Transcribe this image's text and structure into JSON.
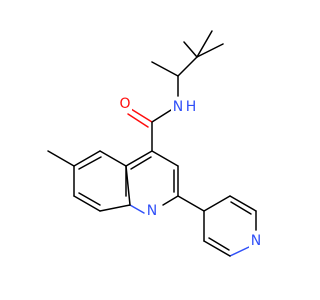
{
  "molecule": {
    "atoms": {
      "oxygen": "O",
      "amide_nitrogen": "N",
      "amide_hydrogen": "H",
      "quinoline_nitrogen": "N",
      "pyridine_nitrogen": "N"
    },
    "colors": {
      "bond": "#000000",
      "oxygen": "#ff0d0d",
      "nitrogen": "#3050f8"
    }
  }
}
